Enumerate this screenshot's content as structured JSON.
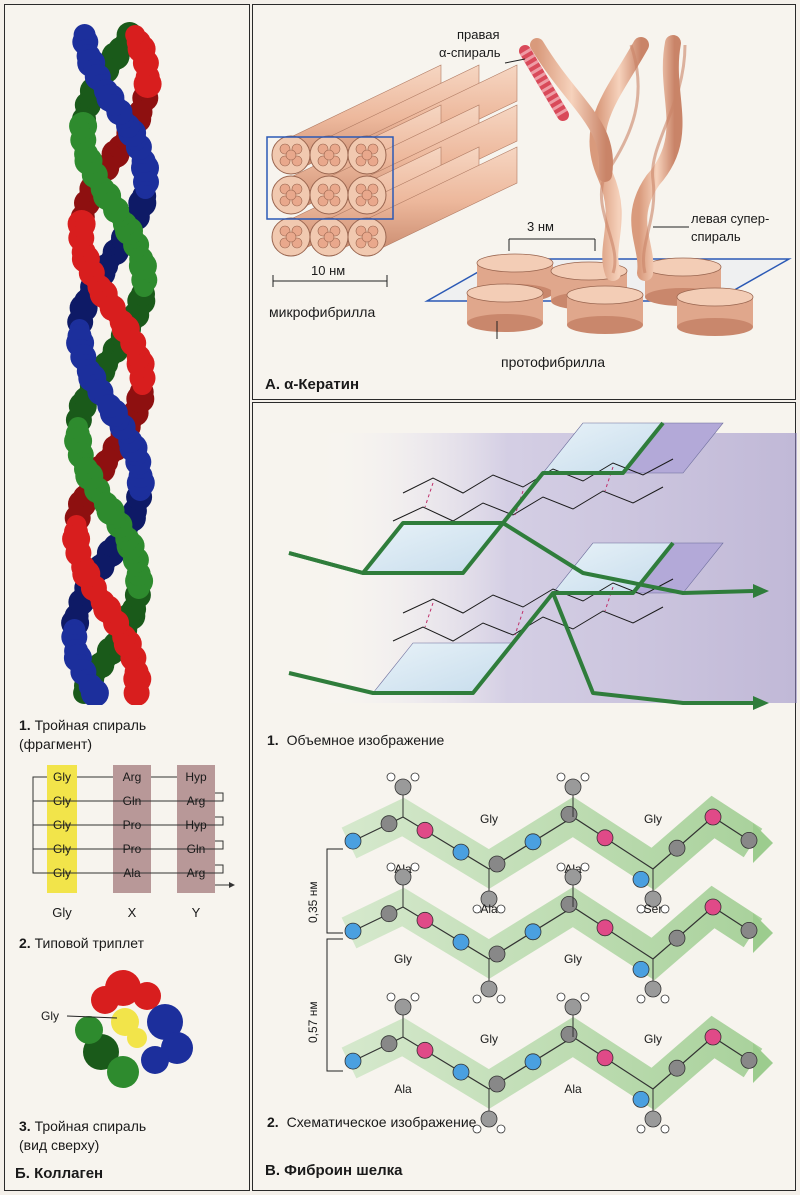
{
  "collagen": {
    "fig1": {
      "number": "1.",
      "line1": "Тройная спираль",
      "line2": "(фрагмент)"
    },
    "fig2": {
      "number": "2.",
      "caption": "Типовой триплет",
      "rows": [
        [
          "Gly",
          "Arg",
          "Hyp"
        ],
        [
          "Gly",
          "Gln",
          "Arg"
        ],
        [
          "Gly",
          "Pro",
          "Hyp"
        ],
        [
          "Gly",
          "Pro",
          "Gln"
        ],
        [
          "Gly",
          "Ala",
          "Arg"
        ]
      ],
      "columns": [
        "Gly",
        "X",
        "Y"
      ]
    },
    "fig3": {
      "number": "3.",
      "line1": "Тройная спираль",
      "line2": "(вид сверху)",
      "gly_label": "Gly"
    },
    "title": "Б. Коллаген"
  },
  "keratin": {
    "right_helix_line1": "правая",
    "right_helix_line2": "α-спираль",
    "left_super_line1": "левая супер-",
    "left_super_line2": "спираль",
    "dim_3nm": "3 нм",
    "dim_10nm": "10 нм",
    "microfibril": "микрофибрилла",
    "protofibril": "протофибрилла",
    "title": "А. α-Кератин"
  },
  "fibroin": {
    "fig1": {
      "number": "1.",
      "caption": "Объемное изображение"
    },
    "fig2": {
      "number": "2.",
      "caption": "Схематическое изображение"
    },
    "strand1": {
      "top": [
        "Gly",
        "Gly"
      ],
      "bottom": [
        "Ala",
        "Ala"
      ]
    },
    "strand2": {
      "top": [
        "Ala",
        "Ser"
      ],
      "bottom": [
        "Gly",
        "Gly"
      ]
    },
    "strand3": {
      "top": [
        "Gly",
        "Gly"
      ],
      "bottom": [
        "Ala",
        "Ala"
      ]
    },
    "dist1": "0,35 нм",
    "dist2": "0,57 нм",
    "title": "В. Фиброин шелка"
  },
  "colors": {
    "collagen_red": "#d81e1e",
    "collagen_green": "#2e8b2e",
    "collagen_blue": "#1c2f9c",
    "gly_yellow": "#f2e44a",
    "xy_mauve": "#b89898",
    "sheet_green": "#2f7d3b",
    "sheet_violet": "#9a8fc8",
    "fiber_pink": "#e8b49a",
    "frame_blue": "#2b59b5"
  }
}
